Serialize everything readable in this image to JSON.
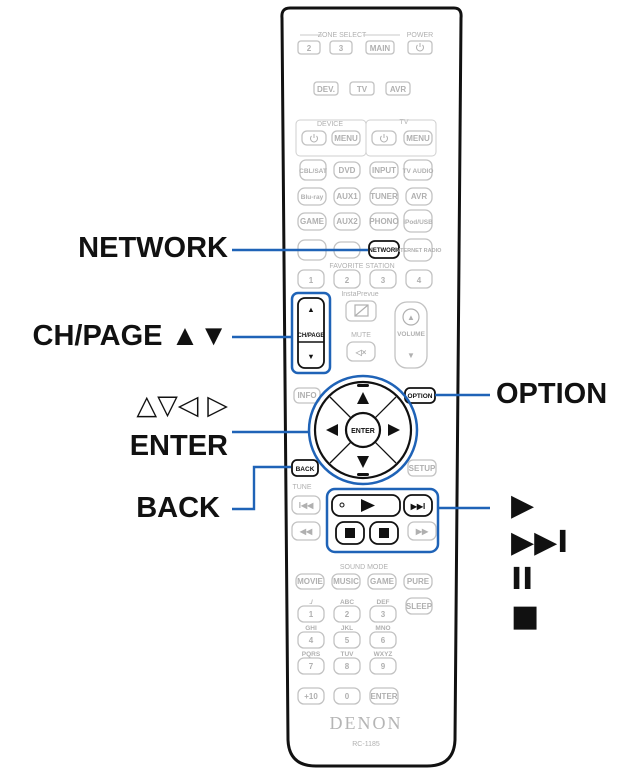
{
  "remote": {
    "brand": "DENON",
    "model": "RC-1185",
    "zone_select": "ZONE SELECT",
    "power": "POWER",
    "btn_zone2": "2",
    "btn_zone3": "3",
    "btn_main": "MAIN",
    "btn_dev": "DEV.",
    "btn_tv": "TV",
    "btn_avr": "AVR",
    "device": "DEVICE",
    "tv": "TV",
    "btn_menu": "MENU",
    "btn_menu_tv": "MENU",
    "btn_cblsat": "CBL/SAT",
    "btn_dvd": "DVD",
    "btn_input": "INPUT",
    "btn_tvaudio": "TV AUDIO",
    "btn_bluray": "Blu-ray",
    "btn_aux1": "AUX1",
    "btn_tuner": "TUNER",
    "btn_avr2": "AVR",
    "btn_game": "GAME",
    "btn_aux2": "AUX2",
    "btn_phono": "PHONO",
    "btn_ipodusb": "iPod/USB",
    "btn_network": "NETWORK",
    "btn_internetradio": "INTERNET RADIO",
    "favorite": "FAVORITE STATION",
    "fav": [
      "1",
      "2",
      "3",
      "4"
    ],
    "btn_chpage": "CH/PAGE",
    "infoprevue": "InstaPrevue",
    "btn_mute": "MUTE",
    "btn_volume": "VOLUME",
    "btn_info": "INFO",
    "btn_option": "OPTION",
    "btn_enter": "ENTER",
    "btn_back": "BACK",
    "btn_setup": "SETUP",
    "tune": "TUNE",
    "sound_mode": "SOUND MODE",
    "btn_movie": "MOVIE",
    "btn_music": "MUSIC",
    "btn_game2": "GAME",
    "btn_pure": "PURE",
    "btn_sleep": "SLEEP",
    "keys": [
      {
        "digit": "1",
        "letters": "./"
      },
      {
        "digit": "2",
        "letters": "ABC"
      },
      {
        "digit": "3",
        "letters": "DEF"
      },
      {
        "digit": "4",
        "letters": "GHI"
      },
      {
        "digit": "5",
        "letters": "JKL"
      },
      {
        "digit": "6",
        "letters": "MNO"
      },
      {
        "digit": "7",
        "letters": "PQRS"
      },
      {
        "digit": "8",
        "letters": "TUV"
      },
      {
        "digit": "9",
        "letters": "WXYZ"
      }
    ],
    "btn_plus10": "+10",
    "btn_zero": "0",
    "btn_enter2": "ENTER"
  },
  "callouts": {
    "network": "NETWORK",
    "chpage": "CH/PAGE ▲▼",
    "arrows": "△▽◁ ▷",
    "enter": "ENTER",
    "back": "BACK",
    "option": "OPTION",
    "play": "▶",
    "skip": "▶▶I",
    "pause": "II",
    "stop": "■"
  },
  "colors": {
    "highlight": "#1f63b7",
    "faded": "#b8b8b8",
    "outline": "#111111"
  }
}
